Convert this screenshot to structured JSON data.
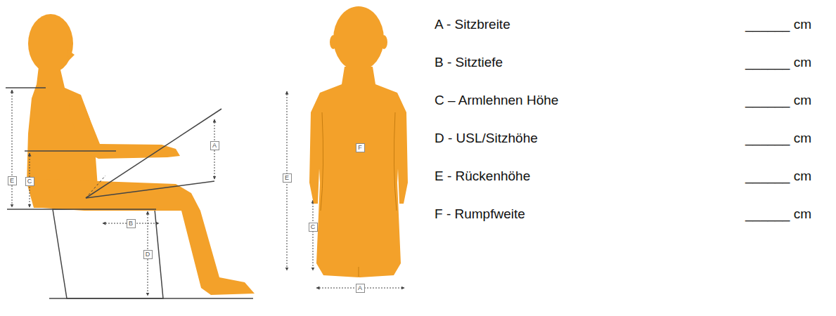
{
  "diagram": {
    "nodes": [
      {
        "text": [
          "E"
        ]
      },
      {
        "text": [
          "C"
        ]
      },
      {
        "text": [
          "A"
        ]
      },
      {
        "text": [
          "B"
        ]
      },
      {
        "text": [
          "D"
        ]
      },
      {
        "text": [
          "E"
        ]
      },
      {
        "text": [
          "F"
        ]
      },
      {
        "text": [
          "C"
        ]
      },
      {
        "text": [
          "A"
        ]
      }
    ],
    "labels": [
      "A - Sitzbreite",
      "______ cm",
      "B - Sitztiefe",
      "______ cm",
      "C – Armlehnen Höhe",
      "______ cm",
      "D - USL/Sitzhöhe",
      "______ cm",
      "E - Rückenhöhe",
      "______ cm",
      "F - Rumpfweite",
      "______ cm"
    ]
  }
}
